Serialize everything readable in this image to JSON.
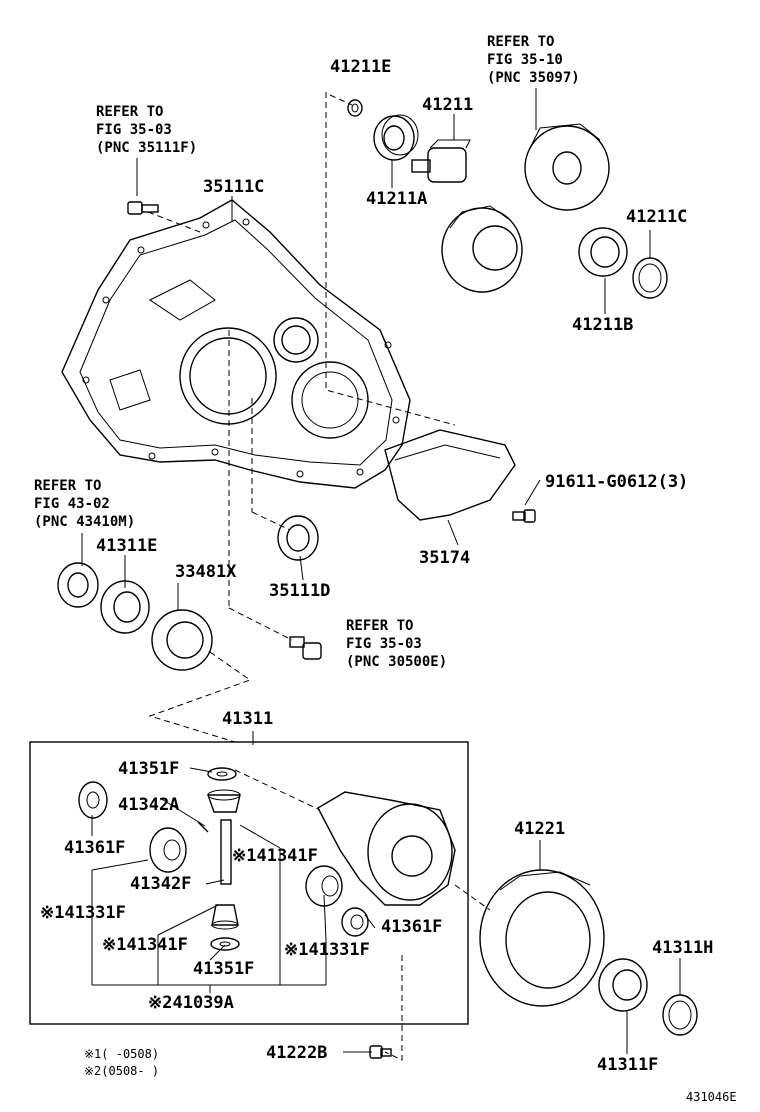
{
  "labels": {
    "p41211E": "41211E",
    "p41211": "41211",
    "p41211A": "41211A",
    "p41211C": "41211C",
    "p41211B": "41211B",
    "p35111C": "35111C",
    "p91611": "91611-G0612(3)",
    "p35174": "35174",
    "p35111D": "35111D",
    "p41311E": "41311E",
    "p33481X": "33481X",
    "p41311": "41311",
    "p41351F_top": "41351F",
    "p41342A": "41342A",
    "p41361F_left": "41361F",
    "p41341F_right": "※141341F",
    "p41342F": "41342F",
    "p41331F_left": "※141331F",
    "p41341F_left": "※141341F",
    "p41351F_bottom": "41351F",
    "p41331F_right": "※141331F",
    "p41361F_right": "41361F",
    "p41039A": "※241039A",
    "p41221": "41221",
    "p41311H": "41311H",
    "p41311F": "41311F",
    "p41222B": "41222B"
  },
  "refs": {
    "r1": [
      "REFER TO",
      "FIG 35-10",
      "(PNC 35097)"
    ],
    "r2": [
      "REFER TO",
      "FIG 35-03",
      "(PNC 35111F)"
    ],
    "r3": [
      "REFER TO",
      "FIG 43-02",
      "(PNC 43410M)"
    ],
    "r4": [
      "REFER TO",
      "FIG 35-03",
      "(PNC 30500E)"
    ]
  },
  "notes": {
    "n1": "※1(     -0508)",
    "n2": "※2(0508-     )"
  },
  "figure_id": "431046E"
}
